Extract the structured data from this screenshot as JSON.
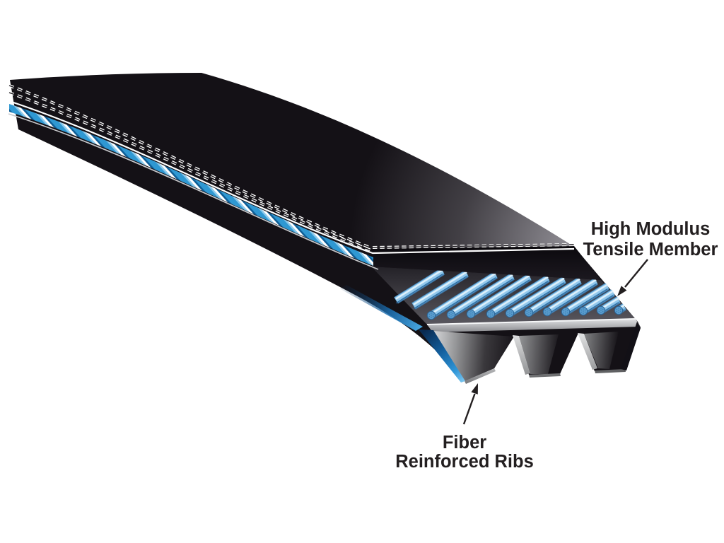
{
  "page": {
    "background": "#ffffff"
  },
  "illustration": {
    "subject": "Multi-rib power transmission belt cutaway",
    "callouts": {
      "tensile": {
        "line1": "High Modulus",
        "line2": "Tensile Member"
      },
      "ribs": {
        "line1": "Fiber",
        "line2": "Reinforced Ribs"
      }
    },
    "cord_count": 11,
    "visible_rib_count": 3,
    "colors": {
      "belt_black": "#141116",
      "cord_blue": "#6aaedc",
      "cord_highlight": "#ddf0fb",
      "cord_shadow": "#3f77a8",
      "cord_dark_line": "#2a6598",
      "cord_end_disc": "#5a9ccd",
      "strand_white": "#f4f9fd",
      "stripe_blue": "#2f98d2",
      "rib_edge_blue": "#2f96d8",
      "ledge_gray": "#4c4a4f",
      "edge_line_white": "#ffffff",
      "label_text": "#231f20"
    }
  }
}
